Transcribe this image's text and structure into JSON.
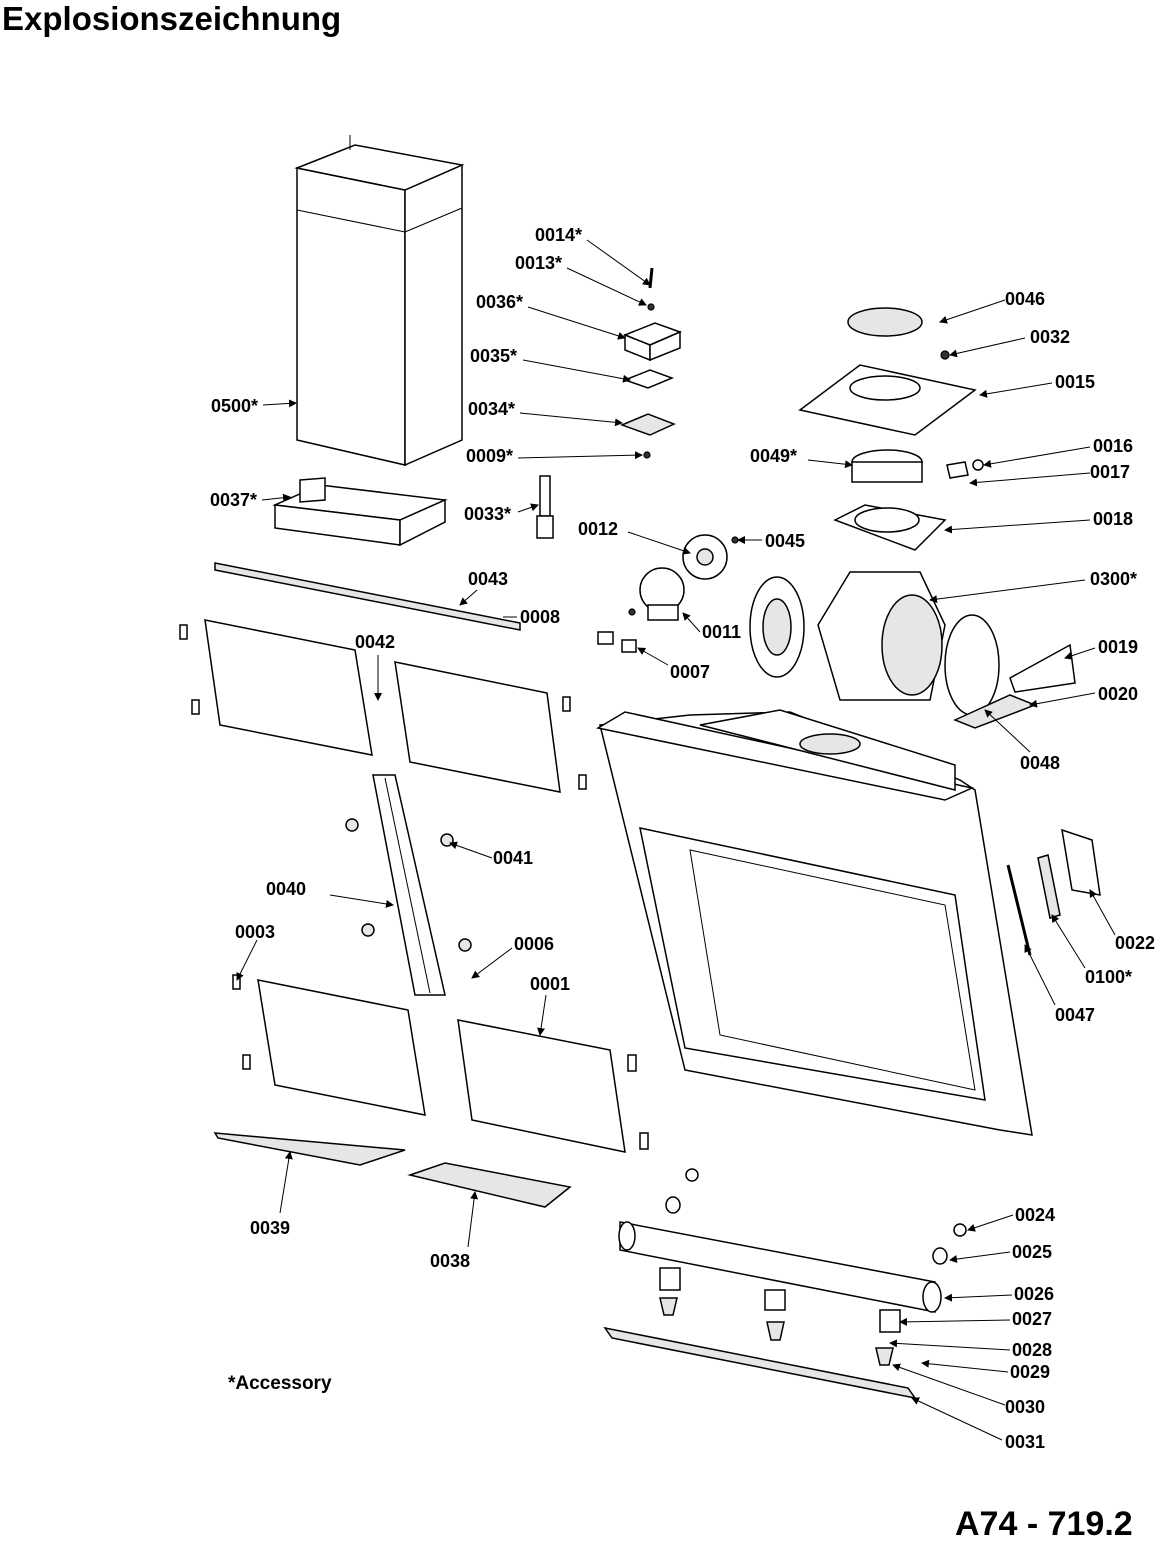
{
  "title": "Explosionszeichnung",
  "drawing_code": "A74 - 719.2",
  "footnote": "*Accessory",
  "callouts": {
    "p0014": "0014*",
    "p0013": "0013*",
    "p0036": "0036*",
    "p0035": "0035*",
    "p0034": "0034*",
    "p0009": "0009*",
    "p0033": "0033*",
    "p0500": "0500*",
    "p0037": "0037*",
    "p0012": "0012",
    "p0045": "0045",
    "p0046": "0046",
    "p0032": "0032",
    "p0015": "0015",
    "p0049": "0049*",
    "p0016": "0016",
    "p0017": "0017",
    "p0018": "0018",
    "p0043": "0043",
    "p0008": "0008",
    "p0011": "0011",
    "p0007": "0007",
    "p0300": "0300*",
    "p0019": "0019",
    "p0020": "0020",
    "p0048": "0048",
    "p0042": "0042",
    "p0041": "0041",
    "p0040": "0040",
    "p0003": "0003",
    "p0006": "0006",
    "p0001": "0001",
    "p0022": "0022",
    "p0100": "0100*",
    "p0047": "0047",
    "p0039": "0039",
    "p0038": "0038",
    "p0024": "0024",
    "p0025": "0025",
    "p0026": "0026",
    "p0027": "0027",
    "p0028": "0028",
    "p0029": "0029",
    "p0030": "0030",
    "p0031": "0031"
  }
}
